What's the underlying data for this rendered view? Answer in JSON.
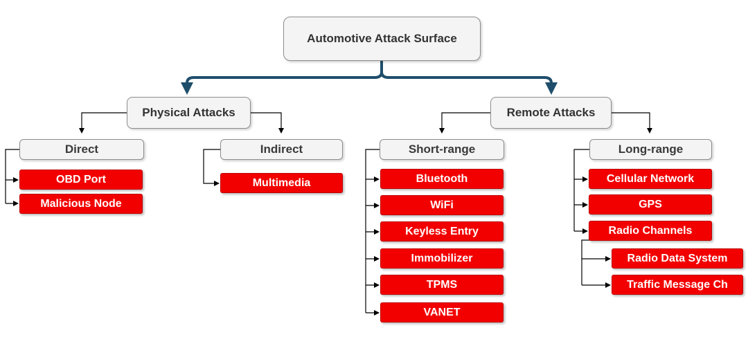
{
  "root": "Automotive Attack Surface",
  "physical": {
    "label": "Physical Attacks",
    "direct": {
      "label": "Direct",
      "items": [
        "OBD Port",
        "Malicious Node"
      ]
    },
    "indirect": {
      "label": "Indirect",
      "items": [
        "Multimedia"
      ]
    }
  },
  "remote": {
    "label": "Remote Attacks",
    "short_range": {
      "label": "Short-range",
      "items": [
        "Bluetooth",
        "WiFi",
        "Keyless Entry",
        "Immobilizer",
        "TPMS",
        "VANET"
      ]
    },
    "long_range": {
      "label": "Long-range",
      "items": [
        "Cellular Network",
        "GPS",
        "Radio Channels"
      ],
      "radio_children": [
        "Radio Data System",
        "Traffic Message Ch"
      ]
    }
  },
  "colors": {
    "main_connector": "#1f4e6b",
    "connector": "#000000",
    "gray_box": "#f4f4f4",
    "red_box": "#f20000"
  }
}
